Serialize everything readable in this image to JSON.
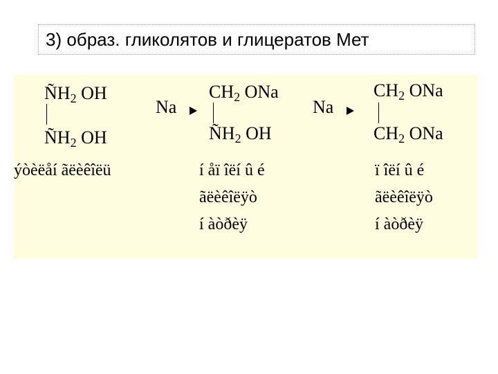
{
  "title": "3) образ. гликолятов и глицератов Мет",
  "reactant": {
    "top": {
      "prefix": "ÑH",
      "sub": "2",
      "suffix": " OH"
    },
    "bottom": {
      "prefix": "ÑH",
      "sub": "2",
      "suffix": " OH"
    },
    "name": "ýòèëåí ãëèêîëü"
  },
  "reagent1": "Na",
  "product1": {
    "top": {
      "prefix": "CH",
      "sub": "2",
      "suffix": " ONa"
    },
    "bottom": {
      "prefix": "ÑH",
      "sub": "2",
      "suffix": " OH"
    },
    "name_lines": [
      "í åï îëí û é",
      "ãëèêîëÿò",
      "í àòðèÿ"
    ]
  },
  "reagent2": "Na",
  "product2": {
    "top": {
      "prefix": "CH",
      "sub": "2",
      "suffix": " ONa"
    },
    "bottom": {
      "prefix": "CH",
      "sub": "2",
      "suffix": " ONa"
    },
    "name_lines": [
      "ï îëí û é",
      "ãëèêîëÿò",
      "í àòðèÿ"
    ]
  }
}
